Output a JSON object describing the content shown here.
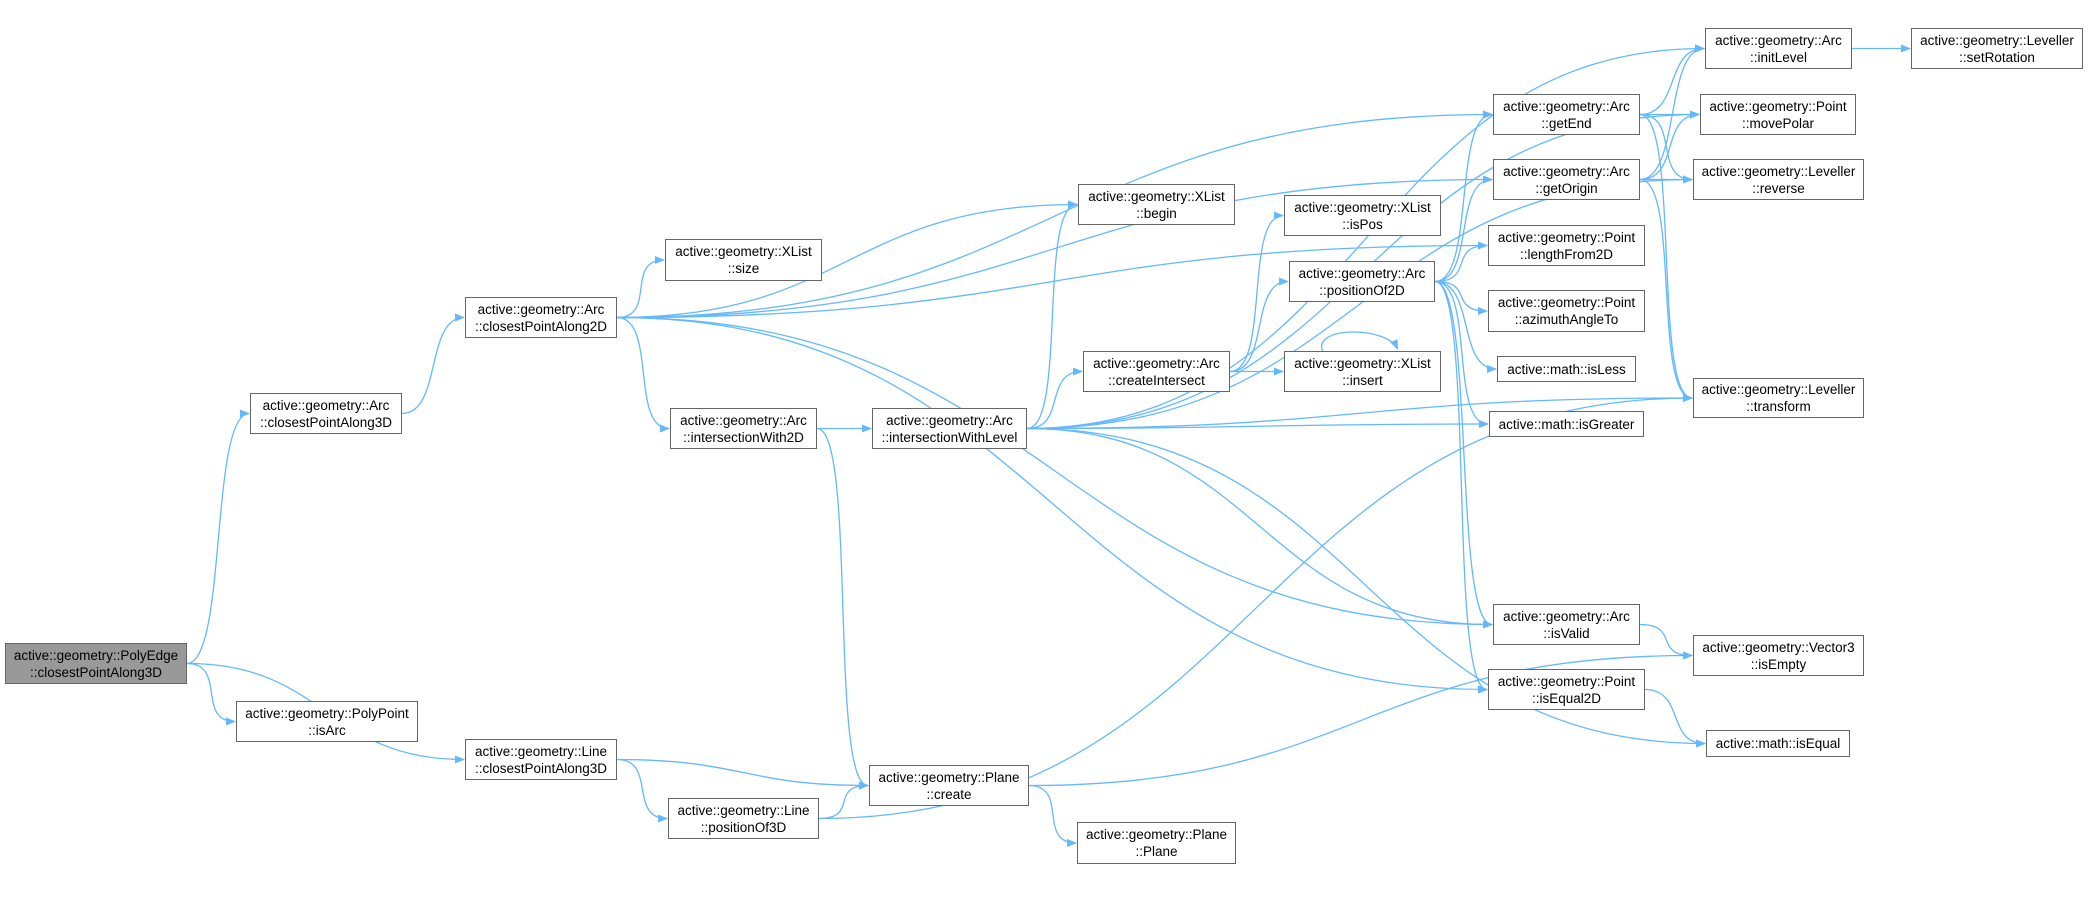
{
  "diagram": {
    "type": "call-graph",
    "edge_color": "#63b8ff",
    "root_fill": "#999999"
  },
  "nodes": [
    {
      "id": "polyedge_cpa3d",
      "line1": "active::geometry::PolyEdge",
      "line2": "::closestPointAlong3D",
      "root": true
    },
    {
      "id": "arc_cpa3d",
      "line1": "active::geometry::Arc",
      "line2": "::closestPointAlong3D"
    },
    {
      "id": "polypoint_isarc",
      "line1": "active::geometry::PolyPoint",
      "line2": "::isArc"
    },
    {
      "id": "arc_cpa2d",
      "line1": "active::geometry::Arc",
      "line2": "::closestPointAlong2D"
    },
    {
      "id": "xlist_size",
      "line1": "active::geometry::XList",
      "line2": "::size"
    },
    {
      "id": "arc_iw2d",
      "line1": "active::geometry::Arc",
      "line2": "::intersectionWith2D"
    },
    {
      "id": "arc_iwl",
      "line1": "active::geometry::Arc",
      "line2": "::intersectionWithLevel"
    },
    {
      "id": "line_cpa3d",
      "line1": "active::geometry::Line",
      "line2": "::closestPointAlong3D"
    },
    {
      "id": "plane_create",
      "line1": "active::geometry::Plane",
      "line2": "::create"
    },
    {
      "id": "line_pos3d",
      "line1": "active::geometry::Line",
      "line2": "::positionOf3D"
    },
    {
      "id": "xlist_begin",
      "line1": "active::geometry::XList",
      "line2": "::begin"
    },
    {
      "id": "xlist_ispos",
      "line1": "active::geometry::XList",
      "line2": "::isPos"
    },
    {
      "id": "arc_pos2d",
      "line1": "active::geometry::Arc",
      "line2": "::positionOf2D"
    },
    {
      "id": "arc_createint",
      "line1": "active::geometry::Arc",
      "line2": "::createIntersect"
    },
    {
      "id": "xlist_insert",
      "line1": "active::geometry::XList",
      "line2": "::insert"
    },
    {
      "id": "plane_plane",
      "line1": "active::geometry::Plane",
      "line2": "::Plane"
    },
    {
      "id": "arc_getend",
      "line1": "active::geometry::Arc",
      "line2": "::getEnd"
    },
    {
      "id": "arc_getorigin",
      "line1": "active::geometry::Arc",
      "line2": "::getOrigin"
    },
    {
      "id": "point_len2d",
      "line1": "active::geometry::Point",
      "line2": "::lengthFrom2D"
    },
    {
      "id": "point_azimuth",
      "line1": "active::geometry::Point",
      "line2": "::azimuthAngleTo"
    },
    {
      "id": "math_isless",
      "line1": "active::math::isLess",
      "line2": ""
    },
    {
      "id": "math_isgreater",
      "line1": "active::math::isGreater",
      "line2": ""
    },
    {
      "id": "arc_isvalid",
      "line1": "active::geometry::Arc",
      "line2": "::isValid"
    },
    {
      "id": "point_iseq2d",
      "line1": "active::geometry::Point",
      "line2": "::isEqual2D"
    },
    {
      "id": "arc_initlevel",
      "line1": "active::geometry::Arc",
      "line2": "::initLevel"
    },
    {
      "id": "lev_setrot",
      "line1": "active::geometry::Leveller",
      "line2": "::setRotation"
    },
    {
      "id": "point_movepolar",
      "line1": "active::geometry::Point",
      "line2": "::movePolar"
    },
    {
      "id": "lev_reverse",
      "line1": "active::geometry::Leveller",
      "line2": "::reverse"
    },
    {
      "id": "lev_transform",
      "line1": "active::geometry::Leveller",
      "line2": "::transform"
    },
    {
      "id": "vec3_isempty",
      "line1": "active::geometry::Vector3",
      "line2": "::isEmpty"
    },
    {
      "id": "math_isequal",
      "line1": "active::math::isEqual",
      "line2": ""
    }
  ],
  "edges": [
    [
      "polyedge_cpa3d",
      "arc_cpa3d"
    ],
    [
      "polyedge_cpa3d",
      "polypoint_isarc"
    ],
    [
      "polyedge_cpa3d",
      "line_cpa3d"
    ],
    [
      "arc_cpa3d",
      "arc_cpa2d"
    ],
    [
      "arc_cpa2d",
      "arc_getend"
    ],
    [
      "arc_cpa2d",
      "arc_getorigin"
    ],
    [
      "arc_cpa2d",
      "point_len2d"
    ],
    [
      "arc_cpa2d",
      "xlist_size"
    ],
    [
      "arc_cpa2d",
      "xlist_begin"
    ],
    [
      "arc_cpa2d",
      "arc_iw2d"
    ],
    [
      "arc_cpa2d",
      "arc_isvalid"
    ],
    [
      "arc_cpa2d",
      "point_iseq2d"
    ],
    [
      "arc_iw2d",
      "arc_iwl"
    ],
    [
      "arc_iw2d",
      "plane_create"
    ],
    [
      "arc_iwl",
      "xlist_begin"
    ],
    [
      "arc_iwl",
      "arc_initlevel"
    ],
    [
      "arc_iwl",
      "point_movepolar"
    ],
    [
      "arc_iwl",
      "arc_createint"
    ],
    [
      "arc_iwl",
      "math_isgreater"
    ],
    [
      "arc_iwl",
      "lev_reverse"
    ],
    [
      "arc_iwl",
      "lev_transform"
    ],
    [
      "arc_iwl",
      "arc_isvalid"
    ],
    [
      "arc_iwl",
      "math_isequal"
    ],
    [
      "arc_createint",
      "xlist_ispos"
    ],
    [
      "arc_createint",
      "arc_pos2d"
    ],
    [
      "arc_createint",
      "xlist_insert"
    ],
    [
      "xlist_insert",
      "xlist_insert"
    ],
    [
      "arc_pos2d",
      "arc_getend"
    ],
    [
      "arc_pos2d",
      "arc_getorigin"
    ],
    [
      "arc_pos2d",
      "point_len2d"
    ],
    [
      "arc_pos2d",
      "point_azimuth"
    ],
    [
      "arc_pos2d",
      "math_isless"
    ],
    [
      "arc_pos2d",
      "math_isgreater"
    ],
    [
      "arc_pos2d",
      "arc_isvalid"
    ],
    [
      "arc_pos2d",
      "point_iseq2d"
    ],
    [
      "arc_getend",
      "arc_initlevel"
    ],
    [
      "arc_getend",
      "point_movepolar"
    ],
    [
      "arc_getend",
      "lev_reverse"
    ],
    [
      "arc_getend",
      "lev_transform"
    ],
    [
      "arc_getorigin",
      "arc_initlevel"
    ],
    [
      "arc_getorigin",
      "point_movepolar"
    ],
    [
      "arc_getorigin",
      "lev_reverse"
    ],
    [
      "arc_getorigin",
      "lev_transform"
    ],
    [
      "arc_initlevel",
      "lev_setrot"
    ],
    [
      "arc_isvalid",
      "vec3_isempty"
    ],
    [
      "point_iseq2d",
      "math_isequal"
    ],
    [
      "line_cpa3d",
      "plane_create"
    ],
    [
      "line_cpa3d",
      "line_pos3d"
    ],
    [
      "line_pos3d",
      "plane_create"
    ],
    [
      "line_pos3d",
      "lev_transform"
    ],
    [
      "plane_create",
      "vec3_isempty"
    ],
    [
      "plane_create",
      "plane_plane"
    ]
  ]
}
